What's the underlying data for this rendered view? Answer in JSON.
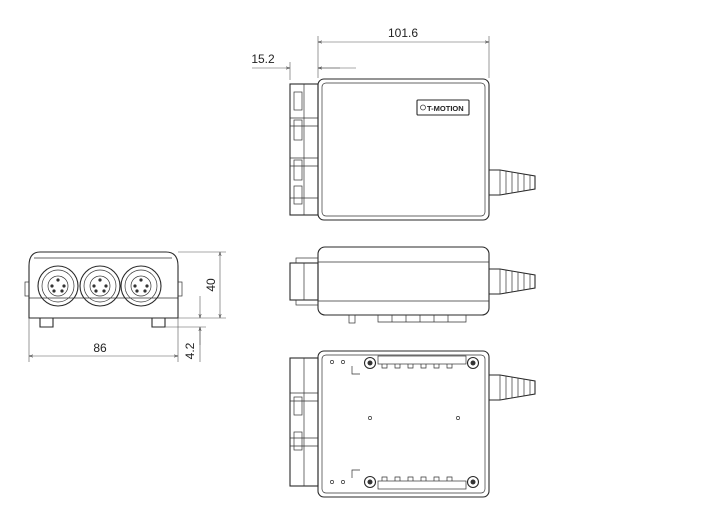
{
  "dimensions": {
    "overall_length": "101.6",
    "connector_protrusion": "15.2",
    "height": "40",
    "width": "86",
    "foot_height": "4.2"
  },
  "logo": {
    "brand": "T-MOTION"
  },
  "icons": {
    "arrowheads": "dimension-arrow",
    "connectors": "circular-m12-connector"
  }
}
